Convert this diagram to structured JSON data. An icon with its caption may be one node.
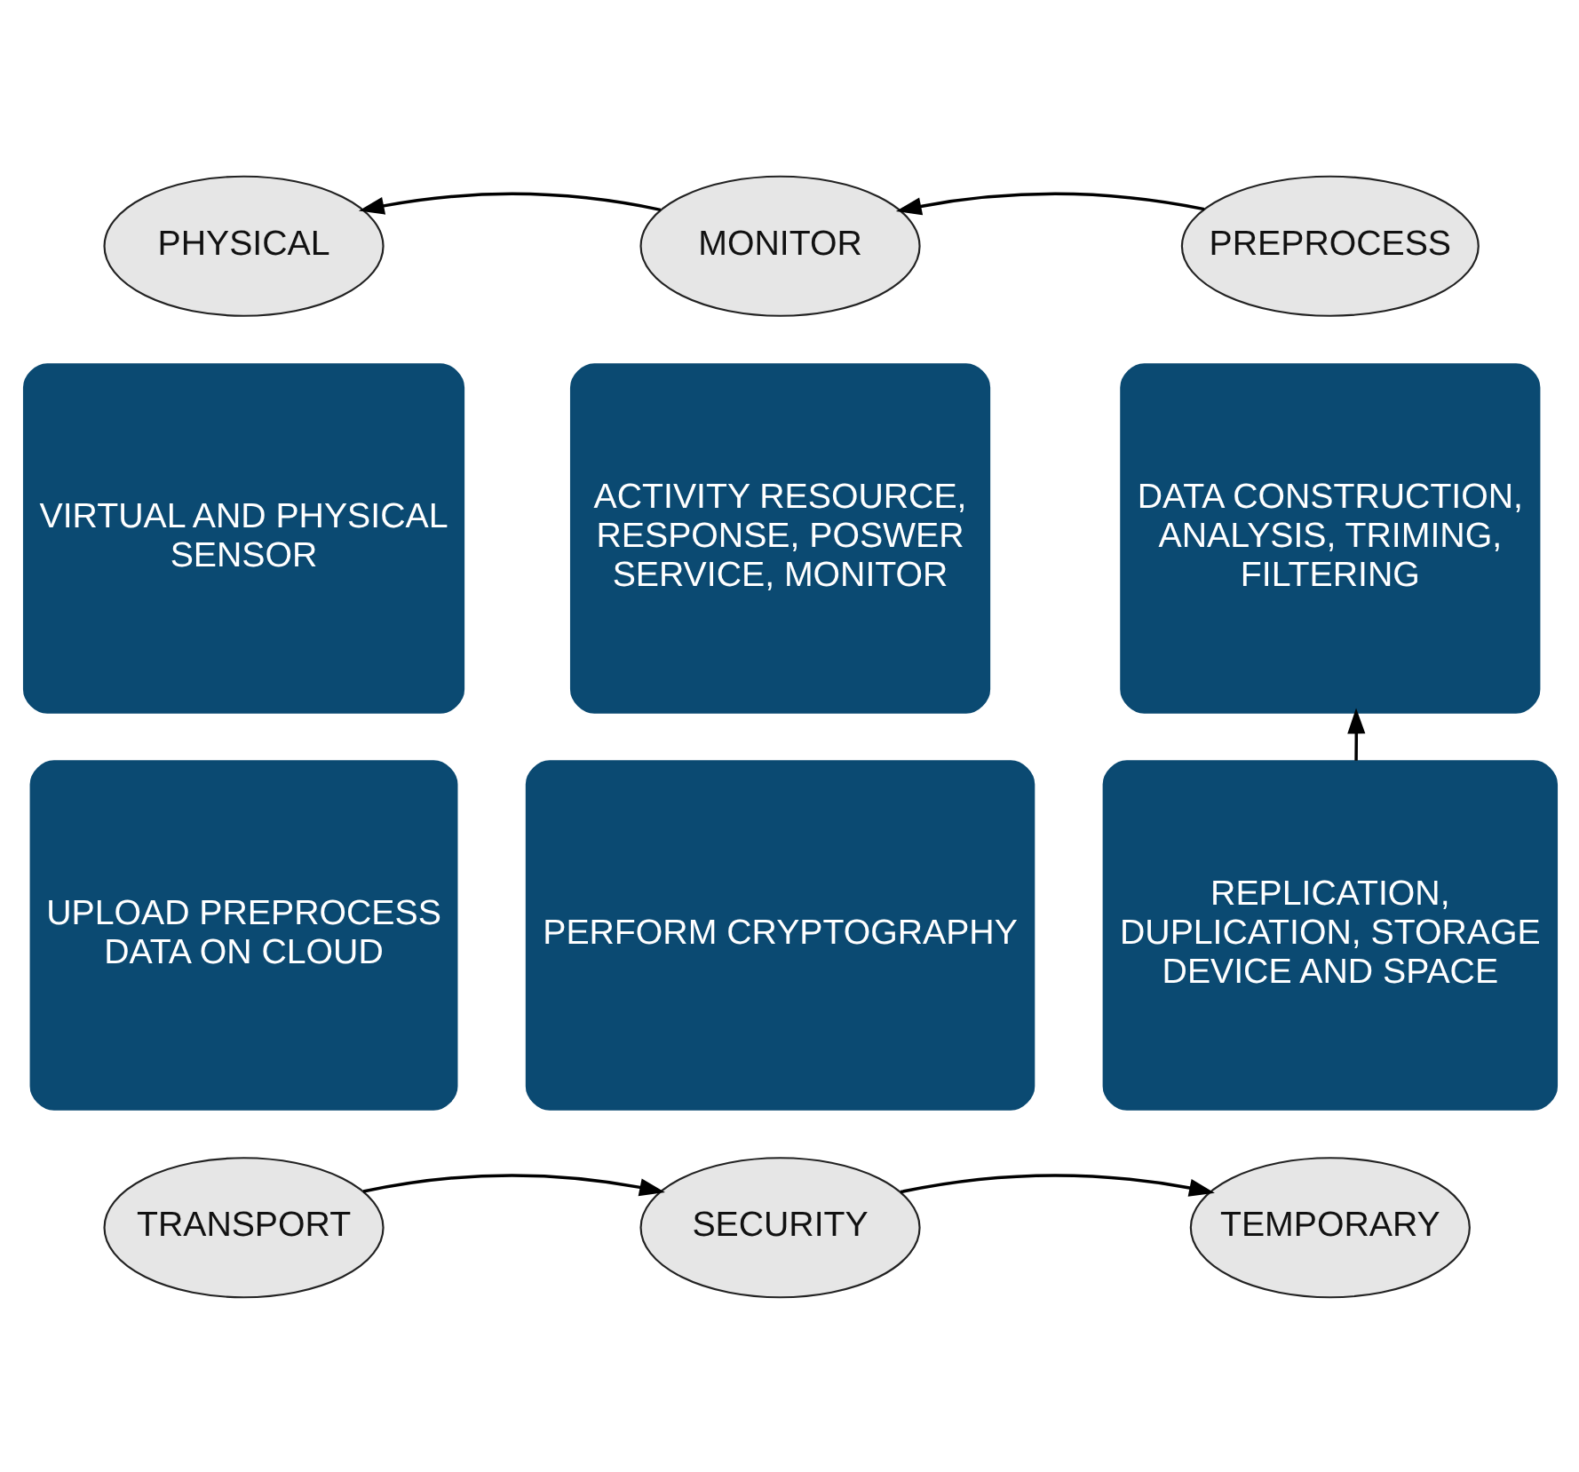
{
  "diagram": {
    "nodes": [
      {
        "text": [
          "PHYSICAL"
        ]
      },
      {
        "text": [
          "MONITOR"
        ]
      },
      {
        "text": [
          "PREPROCESS"
        ]
      },
      {
        "text": [
          "VIRTUAL AND PHYSICAL SENSOR"
        ]
      },
      {
        "text": [
          "ACTIVITY RESOURCE, RESPONSE, POSWER SERVICE, MONITOR"
        ]
      },
      {
        "text": [
          "DATA CONSTRUCTION, ANALYSIS, TRIMING, FILTERING"
        ]
      },
      {
        "text": [
          "UPLOAD PREPROCESS DATA ON CLOUD"
        ]
      },
      {
        "text": [
          "PERFORM CRYPTOGRAPHY"
        ]
      },
      {
        "text": [
          "REPLICATION, DUPLICATION, STORAGE DEVICE AND SPACE"
        ]
      },
      {
        "text": [
          "TRANSPORT"
        ]
      },
      {
        "text": [
          "SECURITY"
        ]
      },
      {
        "text": [
          "TEMPORARY"
        ]
      }
    ],
    "edges": [
      {
        "from": 1,
        "to": 0,
        "arrow": "to"
      },
      {
        "from": 2,
        "to": 1,
        "arrow": "to"
      },
      {
        "from": 9,
        "to": 10,
        "arrow": "to"
      },
      {
        "from": 10,
        "to": 11,
        "arrow": "to"
      },
      {
        "from": 8,
        "to": 5,
        "arrow": "to"
      }
    ]
  }
}
